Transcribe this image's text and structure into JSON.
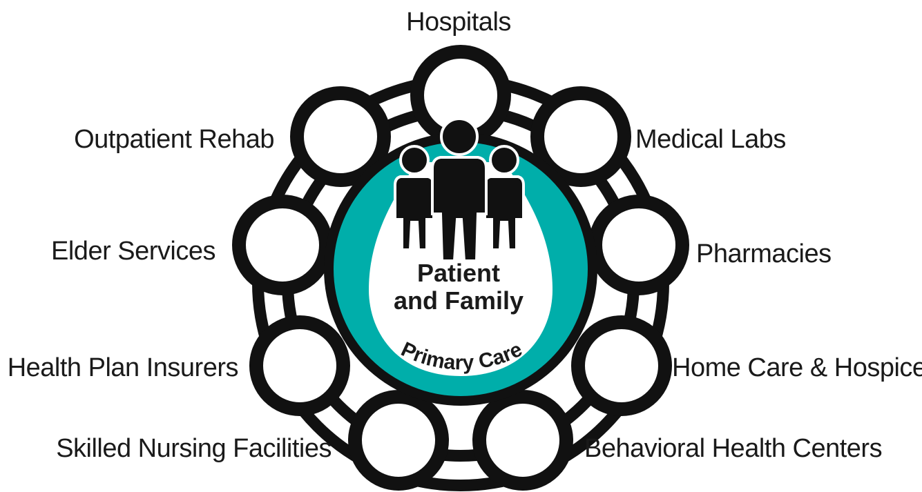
{
  "diagram": {
    "center": {
      "line1": "Patient",
      "line2": "and Family",
      "ring_label": "Primary Care"
    },
    "nodes": [
      {
        "label": "Hospitals"
      },
      {
        "label": "Medical Labs"
      },
      {
        "label": "Pharmacies"
      },
      {
        "label": "Home Care & Hospice"
      },
      {
        "label": "Behavioral Health Centers"
      },
      {
        "label": "Skilled Nursing Facilities"
      },
      {
        "label": "Health Plan Insurers"
      },
      {
        "label": "Elder Services"
      },
      {
        "label": "Outpatient Rehab"
      }
    ],
    "colors": {
      "ring": "#00aeaa",
      "outline": "#111111",
      "background": "#ffffff"
    }
  }
}
